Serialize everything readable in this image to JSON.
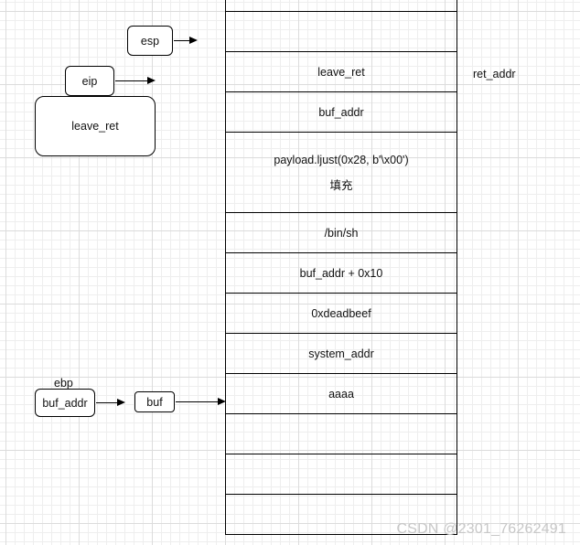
{
  "stack": {
    "cells": [
      {
        "id": "top",
        "text": ""
      },
      {
        "id": "esp-slot",
        "text": ""
      },
      {
        "id": "leave-ret",
        "text": "leave_ret"
      },
      {
        "id": "buf-addr",
        "text": "buf_addr"
      },
      {
        "id": "padding",
        "text": "payload.ljust(0x28, b'\\x00')",
        "sub": "填充"
      },
      {
        "id": "bin-sh",
        "text": "/bin/sh"
      },
      {
        "id": "buf-addr-plus",
        "text": "buf_addr + 0x10"
      },
      {
        "id": "deadbeef",
        "text": "0xdeadbeef"
      },
      {
        "id": "system-addr",
        "text": "system_addr"
      },
      {
        "id": "aaaa",
        "text": "aaaa"
      },
      {
        "id": "empty-1",
        "text": ""
      },
      {
        "id": "empty-2",
        "text": ""
      },
      {
        "id": "empty-3",
        "text": ""
      }
    ]
  },
  "labels": {
    "esp": "esp",
    "eip": "eip",
    "leave_ret_box": "leave_ret",
    "ret_addr": "ret_addr",
    "ebp": "ebp",
    "ebp_value": "buf_addr",
    "buf": "buf"
  },
  "watermark": "CSDN @2301_76262491"
}
